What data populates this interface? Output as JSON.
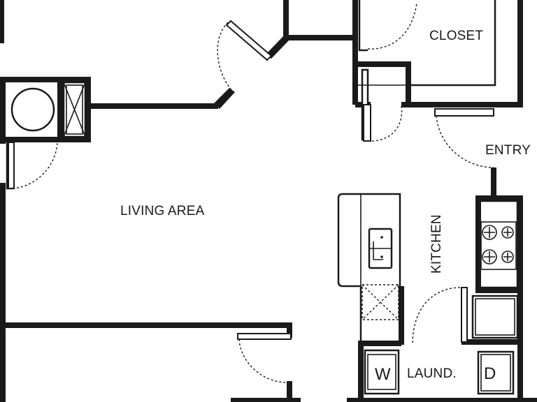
{
  "rooms": {
    "closet": "CLOSET",
    "entry": "ENTRY",
    "living": "LIVING AREA",
    "kitchen": "KITCHEN",
    "laundry": "LAUND."
  },
  "appliances": {
    "washer": "W",
    "dryer": "D"
  }
}
